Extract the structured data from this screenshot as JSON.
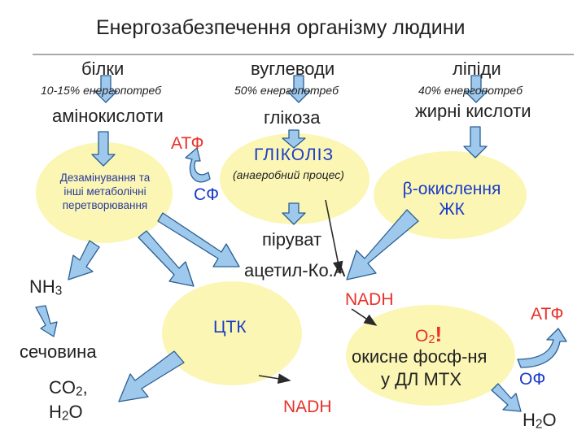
{
  "title": "Енергозабезпечення організму людини",
  "nutrients": {
    "proteins": "білки",
    "carbs": "вуглеводи",
    "lipids": "ліпіди"
  },
  "shares": {
    "proteins": "10-15% енергопотреб",
    "carbs": "50% енергопотреб",
    "lipids": "40% енергопотреб"
  },
  "products": {
    "amino": "амінокислоти",
    "glucose": "глікоза",
    "fatty": "жирні кислоти"
  },
  "glycolysis": {
    "atp": "АТФ",
    "sf": "СФ",
    "title": "ГЛІКОЛІЗ",
    "note": "(анаеробний процес)"
  },
  "deamination": [
    "Дезамінування та",
    "інші метаболічні",
    "перетворювання"
  ],
  "beta": [
    "β-окислення",
    "ЖК"
  ],
  "pyruvate": "піруват",
  "acetyl": "ацетил-Ко.А",
  "nh3": {
    "base": "NH",
    "sub": "3"
  },
  "nadh_top": "NADH",
  "tca": "ЦТК",
  "urea": "сечовина",
  "co2": {
    "base": "CO",
    "sub": "2",
    "suffix": ","
  },
  "h2o_left": {
    "base": "H",
    "sub": "2",
    "suffix": "O"
  },
  "nadh_bottom": "NADH",
  "oxphos": {
    "o2": {
      "base": "O",
      "sub": "2"
    },
    "exclaim": "!",
    "line1": "окисне фосф-ня",
    "line2": "у ДЛ МТХ"
  },
  "atp_right": "АТФ",
  "of": "ОФ",
  "h2o_right": {
    "base": "H",
    "sub": "2",
    "suffix": "O"
  },
  "colors": {
    "ellipse": "#fbf6b4",
    "arrow_fill": "#9ec8ec",
    "arrow_stroke": "#2a5f93",
    "red": "#e8312a",
    "blue": "#1a3cc8"
  }
}
